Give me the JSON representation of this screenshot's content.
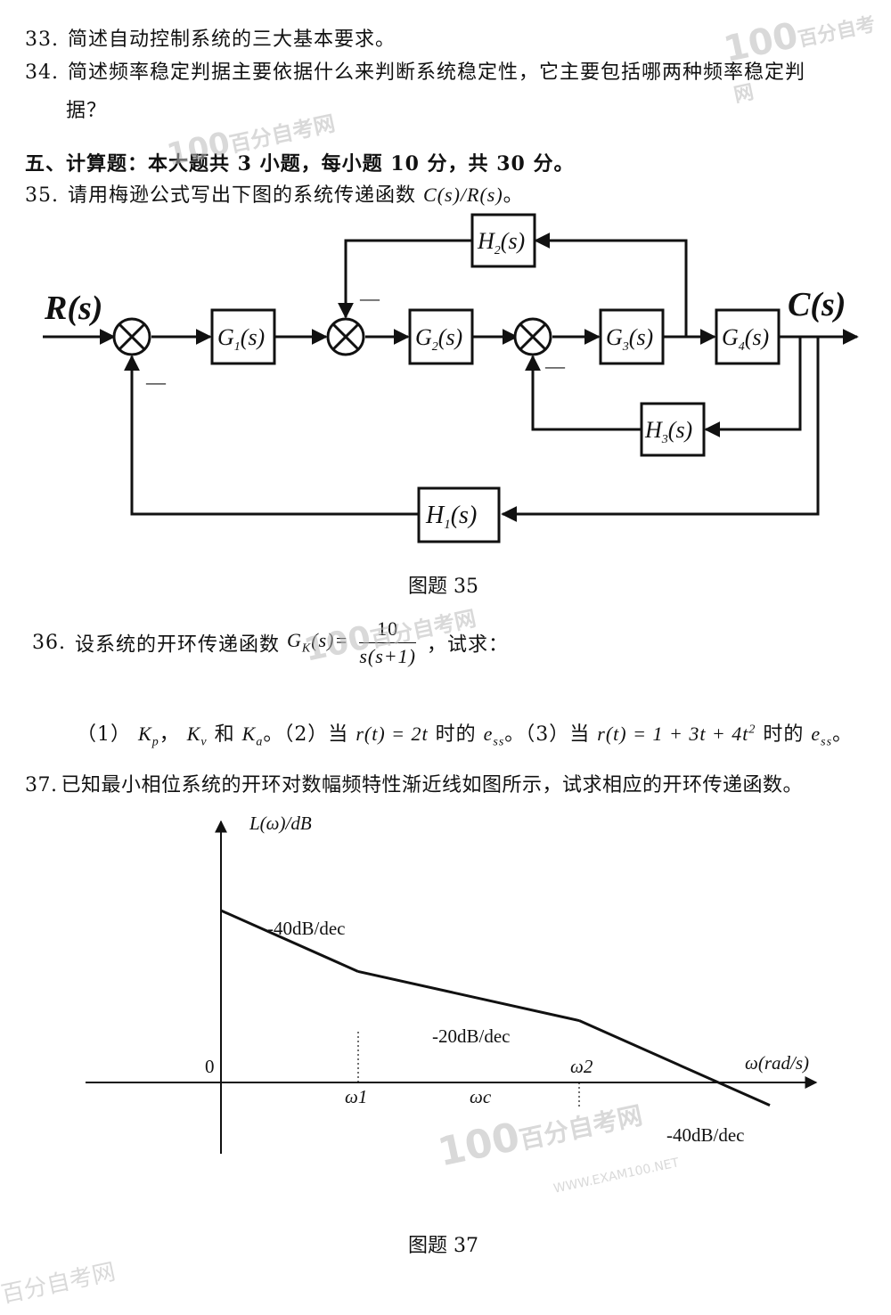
{
  "q33": {
    "num": "33.",
    "text": "简述自动控制系统的三大基本要求。"
  },
  "q34": {
    "num": "34.",
    "text1": "简述频率稳定判据主要依据什么来判断系统稳定性，它主要包括哪两种频率稳定判",
    "text2": "据？"
  },
  "section5": {
    "text": "五、计算题：本大题共 3 小题，每小题 10 分，共 30 分。"
  },
  "q35": {
    "num": "35.",
    "text_prefix": "请用梅逊公式写出下图的系统传递函数",
    "formula": "C(s)/R(s)",
    "text_suffix": "。",
    "caption": "图题 35"
  },
  "diagram35": {
    "input": "R(s)",
    "output": "C(s)",
    "blocks": {
      "G1": {
        "base": "G",
        "sub": "1",
        "arg": "(s)"
      },
      "G2": {
        "base": "G",
        "sub": "2",
        "arg": "(s)"
      },
      "G3": {
        "base": "G",
        "sub": "3",
        "arg": "(s)"
      },
      "G4": {
        "base": "G",
        "sub": "4",
        "arg": "(s)"
      },
      "H1": {
        "base": "H",
        "sub": "1",
        "arg": "(s)"
      },
      "H2": {
        "base": "H",
        "sub": "2",
        "arg": "(s)"
      },
      "H3": {
        "base": "H",
        "sub": "3",
        "arg": "(s)"
      }
    },
    "minus": "—"
  },
  "q36": {
    "num": "36.",
    "text_prefix": "设系统的开环传递函数",
    "gk": "G",
    "gk_sub": "K",
    "gk_arg": "(s)=",
    "numerator": "10",
    "denominator": "s(s+1)",
    "text_suffix": "，试求：",
    "p1_label": "（1）",
    "kp": "K",
    "kp_sub": "p",
    "sep1": "，",
    "kv": "K",
    "kv_sub": "v",
    "and": "和",
    "ka": "K",
    "ka_sub": "a",
    "p2_label": "。（2）当",
    "r1": "r(t) = 2t",
    "when1": "时的",
    "ess1": "e",
    "ess1_sub": "ss",
    "p3_label": "。（3）当",
    "r2": "r(t) = 1 + 3t + 4t",
    "r2_sup": "2",
    "when2": "时的",
    "ess2": "e",
    "ess2_sub": "ss",
    "end": "。"
  },
  "q37": {
    "num": "37.",
    "text": "已知最小相位系统的开环对数幅频特性渐近线如图所示，试求相应的开环传递函数。",
    "caption": "图题 37"
  },
  "chart_data": {
    "type": "line",
    "ylabel": "L(ω)/dB",
    "xlabel": "ω(rad/s)",
    "origin_label": "0",
    "x_ticks": [
      "ω1",
      "ωc",
      "ω2"
    ],
    "segments": [
      {
        "label": "-40dB/dec",
        "slope_db_per_dec": -40
      },
      {
        "label": "-20dB/dec",
        "slope_db_per_dec": -20
      },
      {
        "label": "-40dB/dec",
        "slope_db_per_dec": -40
      }
    ],
    "grid": false,
    "legend": "none"
  },
  "watermark": {
    "logo": "100",
    "brand": "百分自考网",
    "url": "WWW.EXAM100.NET"
  }
}
